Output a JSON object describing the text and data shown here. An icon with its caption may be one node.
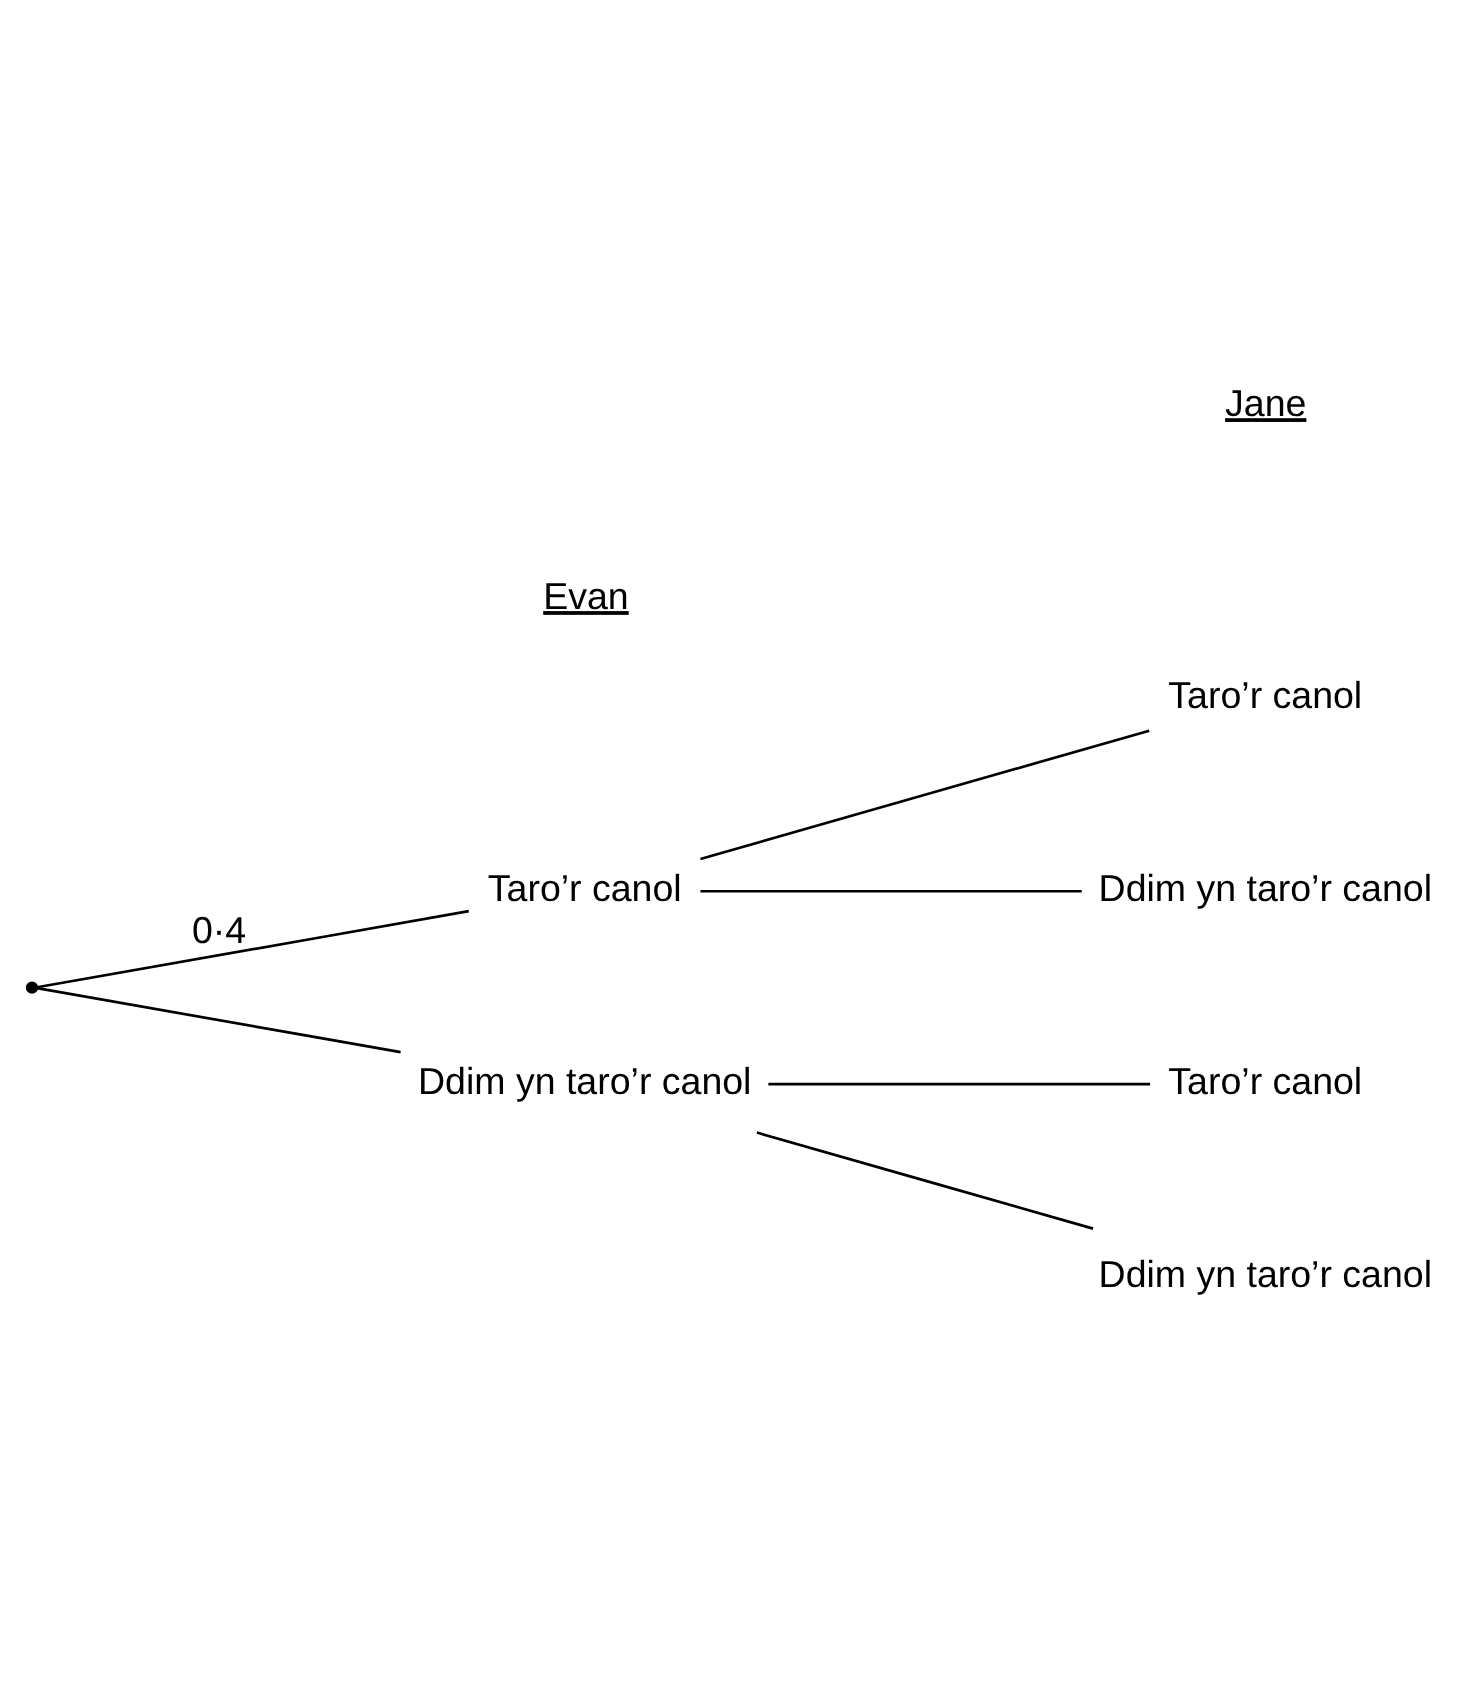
{
  "diagram": {
    "nodes": [
      {
        "text": [],
        "shape": "point"
      },
      {
        "text": [
          "Taro’r canol"
        ]
      },
      {
        "text": [
          "Ddim yn taro’r canol"
        ]
      },
      {
        "text": [
          "Taro’r canol"
        ]
      },
      {
        "text": [
          "Ddim yn taro’r canol"
        ]
      },
      {
        "text": [
          "Taro’r canol"
        ]
      },
      {
        "text": [
          "Ddim yn taro’r canol"
        ]
      }
    ],
    "edges": [
      {
        "from": 0,
        "to": 1,
        "arrow": "none",
        "label": "0·4"
      },
      {
        "from": 0,
        "to": 2,
        "arrow": "none"
      },
      {
        "from": 1,
        "to": 3,
        "arrow": "none"
      },
      {
        "from": 1,
        "to": 4,
        "arrow": "none"
      },
      {
        "from": 2,
        "to": 5,
        "arrow": "none"
      },
      {
        "from": 2,
        "to": 6,
        "arrow": "none"
      }
    ],
    "labels": [
      "Evan",
      "Jane"
    ]
  }
}
